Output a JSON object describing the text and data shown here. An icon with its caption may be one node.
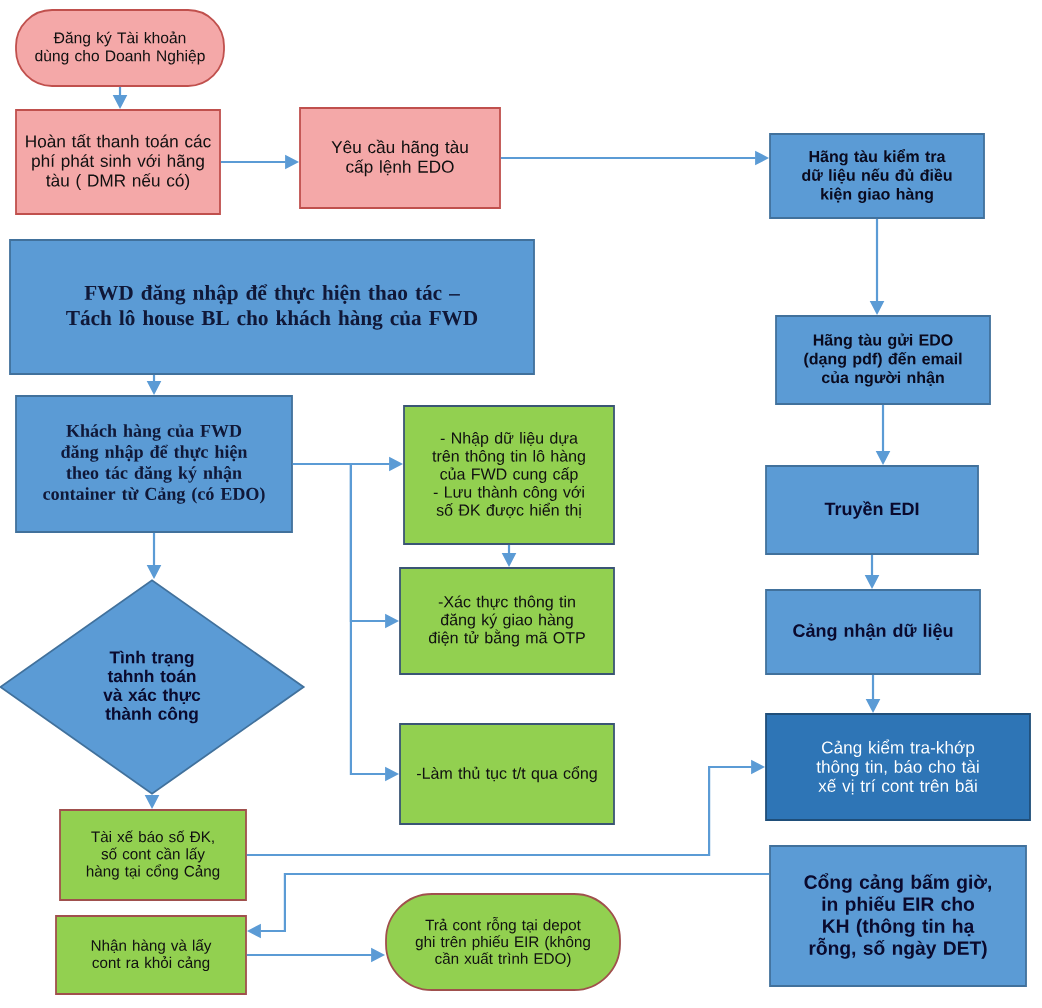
{
  "diagram": {
    "nodes": [
      {
        "text": [
          "Đăng ký Tài khoản dùng cho Doanh Nghiệp"
        ]
      },
      {
        "text": [
          "Hoàn tất thanh toán các phí phát sinh với hãng tàu ( DMR nếu có)"
        ]
      },
      {
        "text": [
          "Yêu cầu hãng tàu cấp lệnh EDO"
        ]
      },
      {
        "text": [
          "Hãng tàu kiểm tra dữ liệu nếu đủ điều kiện giao hàng"
        ]
      },
      {
        "text": [
          "FWD đăng nhập để thực hiện thao tác – Tách lô house BL cho khách hàng của FWD"
        ]
      },
      {
        "text": [
          "Hãng tàu gửi EDO (dạng pdf) đến email của người nhận"
        ]
      },
      {
        "text": [
          "Khách hàng của FWD đăng nhập để thực hiện theo tác đăng ký nhận container từ Cảng (có EDO)"
        ]
      },
      {
        "text": [
          "- Nhập dữ liệu dựa trên thông tin lô hàng của FWD cung cấp",
          "- Lưu thành công với số ĐK được hiển thị"
        ]
      },
      {
        "text": [
          "Truyền EDI"
        ]
      },
      {
        "text": [
          "-Xác thực thông tin đăng ký giao hàng điện tử bằng mã OTP"
        ]
      },
      {
        "text": [
          "Tình trạng tahnh toán và xác thực thành công"
        ]
      },
      {
        "text": [
          "Cảng nhận dữ liệu"
        ]
      },
      {
        "text": [
          "-Làm thủ tục t/t qua cổng"
        ]
      },
      {
        "text": [
          "Cảng kiểm tra-khớp thông tin, báo cho tài xế vị trí cont trên bãi"
        ]
      },
      {
        "text": [
          "Tài xế báo số ĐK, số cont cần lấy hàng tại cổng Cảng"
        ]
      },
      {
        "text": [
          "Cổng cảng bấm giờ, in phiếu EIR cho KH (thông tin hạ rỗng, số ngày DET)"
        ]
      },
      {
        "text": [
          "Nhận hàng và lấy cont ra khỏi cảng"
        ]
      },
      {
        "text": [
          "Trả cont rỗng tại depot ghi trên phiếu EIR (không cần xuất trình EDO)"
        ]
      }
    ],
    "edges": [
      {
        "from": 0,
        "to": 1,
        "arrow": "to"
      },
      {
        "from": 1,
        "to": 2,
        "arrow": "to"
      },
      {
        "from": 2,
        "to": 3,
        "arrow": "to"
      },
      {
        "from": 3,
        "to": 5,
        "arrow": "to"
      },
      {
        "from": 4,
        "to": 6,
        "arrow": "to"
      },
      {
        "from": 5,
        "to": 8,
        "arrow": "to"
      },
      {
        "from": 6,
        "to": 7,
        "arrow": "to"
      },
      {
        "from": 6,
        "to": 9,
        "arrow": "to"
      },
      {
        "from": 6,
        "to": 12,
        "arrow": "to"
      },
      {
        "from": 7,
        "to": 9,
        "arrow": "to"
      },
      {
        "from": 6,
        "to": 10,
        "arrow": "to"
      },
      {
        "from": 8,
        "to": 11,
        "arrow": "to"
      },
      {
        "from": 10,
        "to": 14,
        "arrow": "to"
      },
      {
        "from": 11,
        "to": 13,
        "arrow": "to"
      },
      {
        "from": 14,
        "to": 13,
        "arrow": "to"
      },
      {
        "from": 15,
        "to": 16,
        "arrow": "to"
      },
      {
        "from": 16,
        "to": 17,
        "arrow": "to"
      }
    ]
  }
}
